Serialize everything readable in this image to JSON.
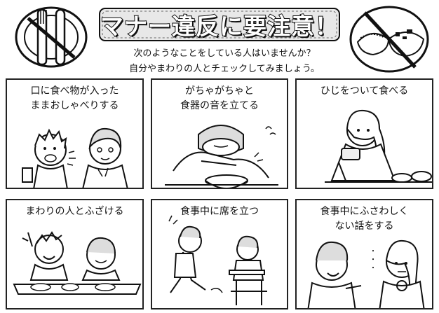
{
  "header": {
    "title": "マナー違反に要注意！",
    "subtitle_line1": "次のようなことをしている人はいませんか？",
    "subtitle_line2": "自分やまわりの人とチェックしてみましょう。"
  },
  "panels": [
    {
      "caption_line1": "口に食べ物が入った",
      "caption_line2": "ままおしゃべりする"
    },
    {
      "caption_line1": "がちゃがちゃと",
      "caption_line2": "食器の音を立てる"
    },
    {
      "caption_line1": "ひじをついて食べる",
      "caption_line2": ""
    },
    {
      "caption_line1": "まわりの人とふざける",
      "caption_line2": ""
    },
    {
      "caption_line1": "食事中に席を立つ",
      "caption_line2": ""
    },
    {
      "caption_line1": "食事中にふさわしく",
      "caption_line2": "ない話をする"
    }
  ]
}
